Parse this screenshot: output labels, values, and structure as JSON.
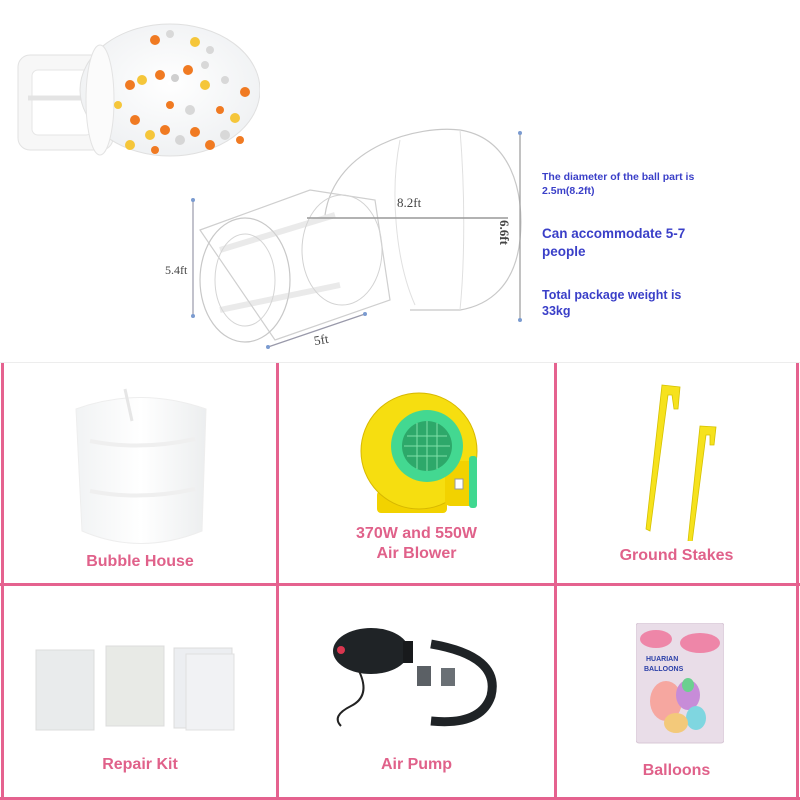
{
  "hero": {
    "diagram": {
      "dimensions": {
        "ball_diameter": "8.2ft",
        "height": "6.6ft",
        "tunnel_height": "5.4ft",
        "tunnel_length": "5ft"
      }
    },
    "specs": {
      "diameter_note": "The diameter of the ball part is 2.5m(8.2ft)",
      "capacity": "Can accommodate 5-7 people",
      "weight": "Total package weight is 33kg"
    },
    "colors": {
      "spec_text": "#3a3fc8",
      "balls": [
        "#f07a22",
        "#f5c63a",
        "#d8d8d8"
      ]
    }
  },
  "package_contents": {
    "border_color": "#e5628f",
    "label_color": "#e0618a",
    "items": [
      {
        "label": "Bubble House",
        "icon": "bubble-house-roll"
      },
      {
        "label": "370W and 550W Air Blower",
        "label_line1": "370W and 550W",
        "label_line2": "Air Blower",
        "icon": "air-blower"
      },
      {
        "label": "Ground Stakes",
        "icon": "ground-stakes"
      },
      {
        "label": "Repair Kit",
        "icon": "repair-patches"
      },
      {
        "label": "Air Pump",
        "icon": "electric-air-pump"
      },
      {
        "label": "Balloons",
        "icon": "balloon-pack",
        "package_text": "HUARIAN BALLOONS"
      }
    ]
  }
}
